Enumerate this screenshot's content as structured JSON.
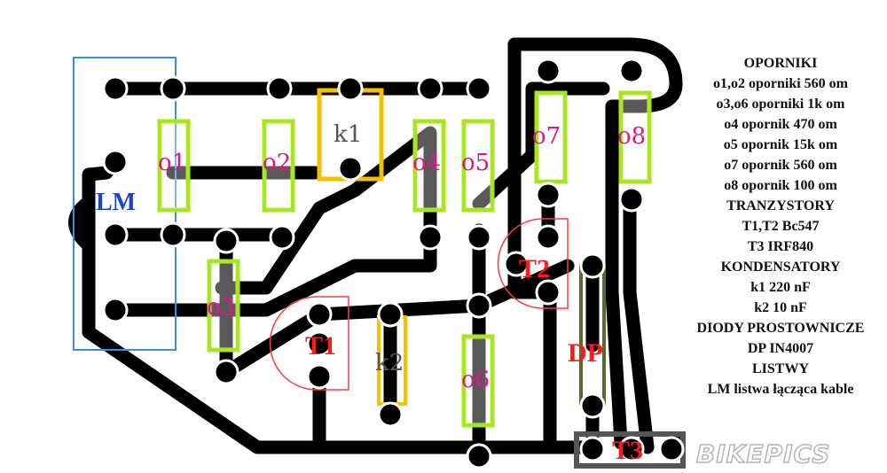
{
  "diagram": {
    "labels": {
      "lm": "LM",
      "o1": "o1",
      "o2": "o2",
      "o3": "o3",
      "o4": "o4",
      "o5": "o5",
      "o6": "o6",
      "o7": "o7",
      "o8": "o8",
      "k1": "k1",
      "k2": "k2",
      "t1": "T1",
      "t2": "T2",
      "t3": "T3",
      "dp": "DP"
    },
    "watermark": "BIKEPICS",
    "colors": {
      "trace": "#000000",
      "pad_ring": "#ffffff",
      "resistor": "#a8e61d",
      "capacitor": "#f2c200",
      "transistor_outline": "#ff3b3b",
      "connector_outline": "#3a8de0",
      "diode": "#556b2f",
      "resistor_text": "#e0158c",
      "component_text_red": "#ff1a1a",
      "lm_text": "#1747c8",
      "cap_text": "#555555"
    }
  },
  "legend": [
    "OPORNIKI",
    "o1,o2 oporniki 560 om",
    "o3,o6 oporniki 1k om",
    "o4 opornik 470 om",
    "o5 opornik 15k om",
    "o7 opornik 560 om",
    "o8 opornik 100 om",
    "TRANZYSTORY",
    "T1,T2 Bc547",
    "T3 IRF840",
    "KONDENSATORY",
    "k1 220 nF",
    "k2 10 nF",
    "DIODY PROSTOWNICZE",
    "DP IN4007",
    "LISTWY",
    "LM listwa łącząca kable"
  ]
}
